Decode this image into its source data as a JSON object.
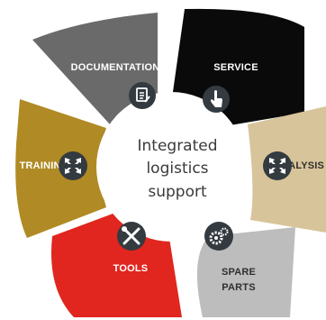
{
  "center": {
    "line1": "Integrated",
    "line2": "logistics",
    "line3": "support"
  },
  "segments": {
    "documentation": {
      "label": "DOCUMENTATION",
      "color": "#6a6a6a",
      "icon": "document-icon"
    },
    "service": {
      "label": "SERVICE",
      "color": "#0a0a0a",
      "icon": "hand-pointer-icon"
    },
    "analysis": {
      "label": "ANALYSIS",
      "color": "#d8c49b",
      "icon": "arrows-inward-icon"
    },
    "spare_parts": {
      "line1": "SPARE",
      "line2": "PARTS",
      "color": "#bdbdbd",
      "icon": "gears-icon"
    },
    "tools": {
      "label": "TOOLS",
      "color": "#e0261e",
      "icon": "wrench-screwdriver-icon"
    },
    "training": {
      "label": "TRAINING",
      "color": "#b08a24",
      "icon": "arrows-inward-icon"
    }
  },
  "icon_badge_color": "#333a40"
}
